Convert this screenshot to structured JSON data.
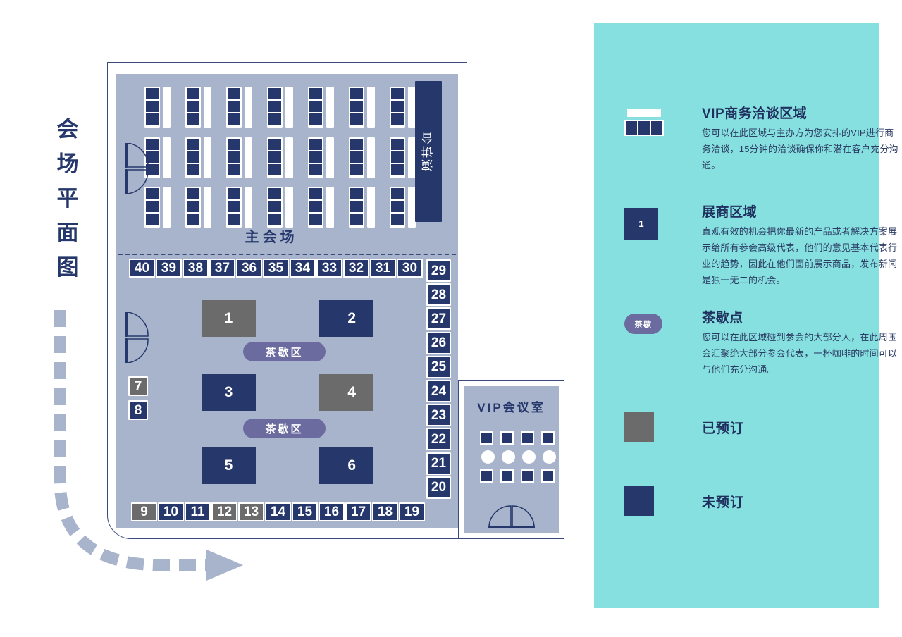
{
  "plan": {
    "title_chars": [
      "会",
      "场",
      "平",
      "面",
      "图"
    ],
    "title_full": "会场平面图",
    "main_hall_label": "主会场",
    "stage_label": "演讲台",
    "vip_room_label": "VIP会议室",
    "tea_area_label": "茶歇区"
  },
  "colors": {
    "teal_panel": "#87e0e0",
    "hall_floor": "#a8b4cc",
    "free_blue": "#26386b",
    "booked_gray": "#6b6b6b",
    "tea_purple": "#6b6ba0",
    "outline_blue": "#3a4a7c",
    "text_navy": "#1f2f5e",
    "path_gray": "#a8b4cc"
  },
  "booths": {
    "top_row": [
      {
        "n": "40",
        "status": "free"
      },
      {
        "n": "39",
        "status": "free"
      },
      {
        "n": "38",
        "status": "free"
      },
      {
        "n": "37",
        "status": "free"
      },
      {
        "n": "36",
        "status": "free"
      },
      {
        "n": "35",
        "status": "free"
      },
      {
        "n": "34",
        "status": "free"
      },
      {
        "n": "33",
        "status": "free"
      },
      {
        "n": "32",
        "status": "free"
      },
      {
        "n": "31",
        "status": "free"
      },
      {
        "n": "30",
        "status": "free"
      }
    ],
    "right_column": [
      {
        "n": "29",
        "status": "free"
      },
      {
        "n": "28",
        "status": "free"
      },
      {
        "n": "27",
        "status": "free"
      },
      {
        "n": "26",
        "status": "free"
      },
      {
        "n": "25",
        "status": "free"
      },
      {
        "n": "24",
        "status": "free"
      },
      {
        "n": "23",
        "status": "free"
      },
      {
        "n": "22",
        "status": "free"
      },
      {
        "n": "21",
        "status": "free"
      },
      {
        "n": "20",
        "status": "free"
      }
    ],
    "bottom_row": [
      {
        "n": "9",
        "status": "booked"
      },
      {
        "n": "10",
        "status": "free"
      },
      {
        "n": "11",
        "status": "free"
      },
      {
        "n": "12",
        "status": "booked"
      },
      {
        "n": "13",
        "status": "booked"
      },
      {
        "n": "14",
        "status": "free"
      },
      {
        "n": "15",
        "status": "free"
      },
      {
        "n": "16",
        "status": "free"
      },
      {
        "n": "17",
        "status": "free"
      },
      {
        "n": "18",
        "status": "free"
      },
      {
        "n": "19",
        "status": "free"
      }
    ],
    "left_column": [
      {
        "n": "7",
        "status": "booked"
      },
      {
        "n": "8",
        "status": "free"
      }
    ],
    "center": [
      {
        "n": "1",
        "status": "booked"
      },
      {
        "n": "2",
        "status": "free"
      },
      {
        "n": "3",
        "status": "free"
      },
      {
        "n": "4",
        "status": "booked"
      },
      {
        "n": "5",
        "status": "free"
      },
      {
        "n": "6",
        "status": "free"
      }
    ]
  },
  "legend": {
    "items": [
      {
        "icon": "vip-lounge-icon",
        "title": "VIP商务洽谈区域",
        "desc": "您可以在此区域与主办方为您安排的VIP进行商务洽谈，15分钟的洽谈确保你和潜在客户充分沟通。"
      },
      {
        "icon": "exhibitor-booth-icon",
        "icon_text": "1",
        "title": "展商区域",
        "desc": "直观有效的机会把你最新的产品或者解决方案展示给所有参会高级代表，他们的意见基本代表行业的趋势，因此在他们面前展示商品，发布新闻是独一无二的机会。"
      },
      {
        "icon": "tea-break-icon",
        "icon_text": "茶歇",
        "title": "茶歇点",
        "desc": "您可以在此区域碰到参会的大部分人，在此周围会汇聚绝大部分参会代表，一杯咖啡的时间可以与他们充分沟通。"
      },
      {
        "icon": "booked-swatch-icon",
        "title": "已预订",
        "desc": ""
      },
      {
        "icon": "free-swatch-icon",
        "title": "未预订",
        "desc": ""
      }
    ]
  }
}
